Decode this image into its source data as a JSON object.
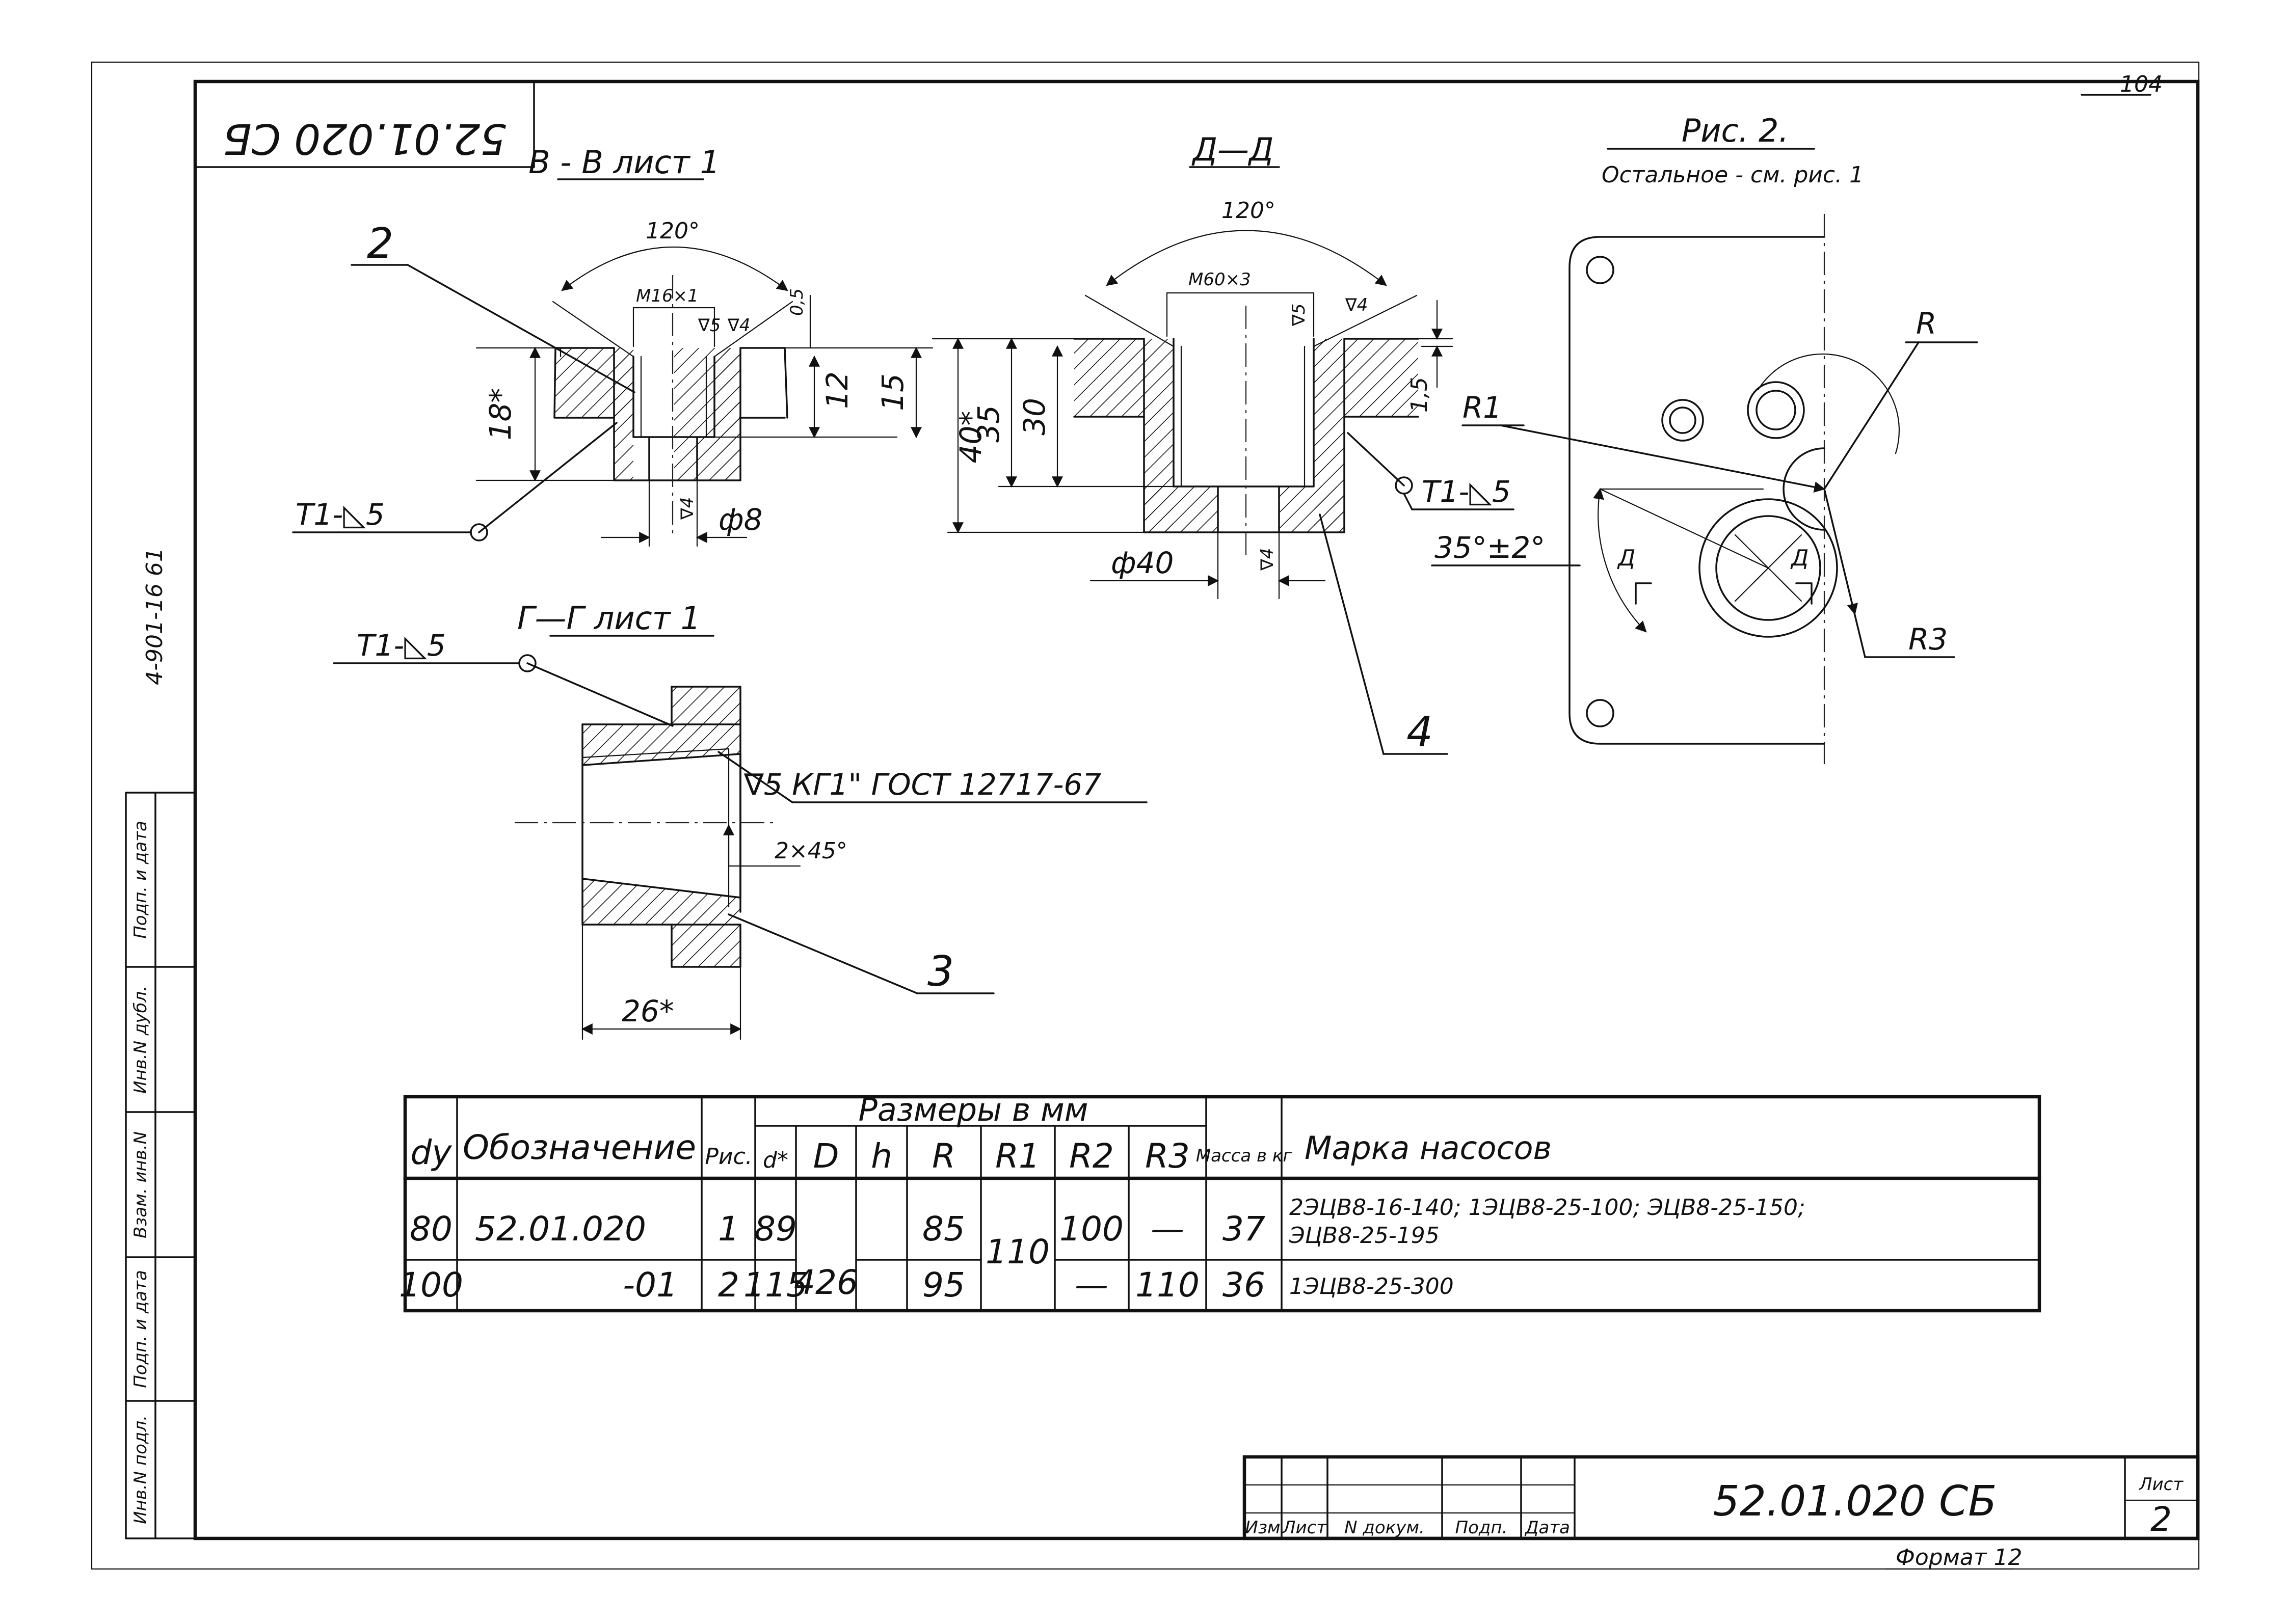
{
  "sheet": {
    "top_right_number": "104",
    "stamp_upside_down": "52.01.020 СБ",
    "side_code": "4-901-16 61",
    "format": "Формат 12"
  },
  "title_block": {
    "designation": "52.01.020 СБ",
    "sheet_label": "Лист",
    "sheet_no": "2",
    "rev_headers": [
      "Изм",
      "Лист",
      "N докум.",
      "Подп.",
      "Дата"
    ]
  },
  "side_strip": [
    "Инв.N подл.",
    "Подп. и дата",
    "Взам. инв.N",
    "Инв.N дубл.",
    "Подп. и дата"
  ],
  "views": {
    "bb": {
      "title": "В - В лист 1",
      "angle": "120°",
      "thread": "M16×1",
      "finish_a": "∇5",
      "finish_b": "∇4",
      "chamfer": "0,5",
      "dim_12": "12",
      "dim_15": "15",
      "dim_18": "18*",
      "dim_d8": "ф8",
      "finish_c": "∇4",
      "weld": "Т1-◺5",
      "callout": "2"
    },
    "dd": {
      "title": "Д—Д",
      "angle": "120°",
      "thread": "M60×3",
      "finish_a": "∇5",
      "finish_b": "∇4",
      "dim_40": "40*",
      "dim_35": "35",
      "dim_30": "30",
      "dim_15": "1,5",
      "dim_d40": "ф40",
      "finish_c": "∇4",
      "weld": "Т1-◺5",
      "callout": "4"
    },
    "gg": {
      "title": "Г—Г лист 1",
      "weld": "Т1-◺5",
      "thread_note": "∇5 КГ1\" ГОСТ 12717-67",
      "chamfer": "2×45°",
      "dim_26": "26*",
      "callout": "3"
    },
    "fig2": {
      "title": "Рис. 2.",
      "subtitle": "Остальное - см. рис. 1",
      "r": "R",
      "r1": "R1",
      "r3": "R3",
      "angle": "35°±2°",
      "sec_left": "Д",
      "sec_right": "Д"
    }
  },
  "table": {
    "group_header": "Размеры в мм",
    "headers": {
      "dy": "dу",
      "designation": "Обозначение",
      "fig": "Рис.",
      "d": "d*",
      "D": "D",
      "h": "h",
      "R": "R",
      "R1": "R1",
      "R2": "R2",
      "R3": "R3",
      "mass": "Масса в кг",
      "brand": "Марка насосов"
    },
    "rows": [
      {
        "dy": "80",
        "designation": "52.01.020",
        "fig": "1",
        "d": "89",
        "R": "85",
        "R2": "100",
        "R3": "—",
        "mass": "37",
        "brand_line1": "2ЭЦВ8-16-140; 1ЭЦВ8-25-100; ЭЦВ8-25-150;",
        "brand_line2": "ЭЦВ8-25-195"
      },
      {
        "dy": "100",
        "designation": "-01",
        "fig": "2",
        "d": "115",
        "R": "95",
        "R2": "—",
        "R3": "110",
        "mass": "36",
        "brand_line1": "1ЭЦВ8-25-300"
      }
    ],
    "merged": {
      "D": "426",
      "R1": "110"
    }
  }
}
